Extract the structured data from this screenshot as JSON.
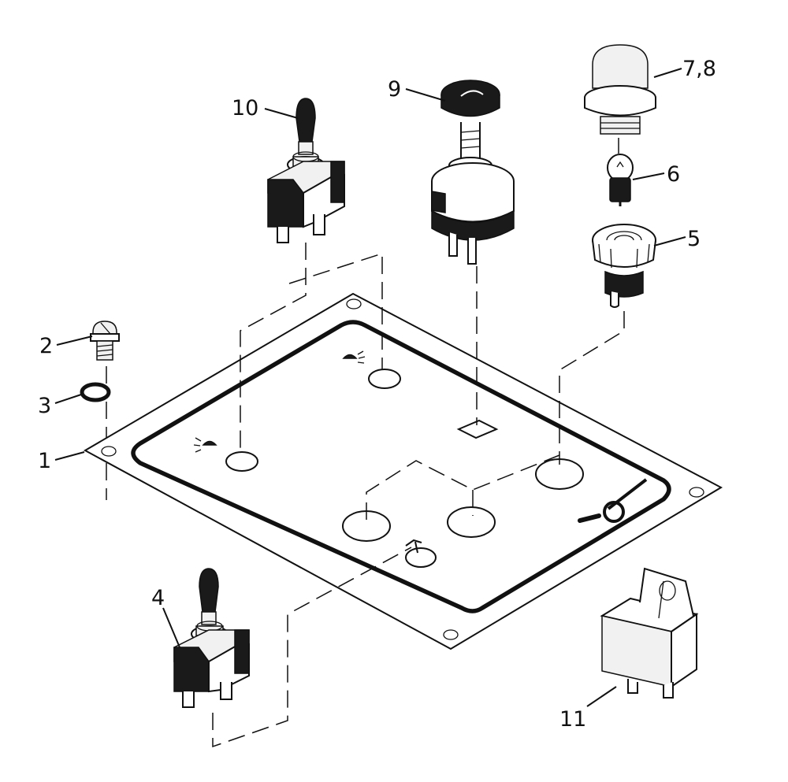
{
  "callouts": {
    "c1": "1",
    "c2": "2",
    "c3": "3",
    "c4": "4",
    "c5": "5",
    "c6": "6",
    "c7_8": "7,8",
    "c9": "9",
    "c10": "10",
    "c11": "11"
  },
  "colors": {
    "ink": "#111111",
    "paper": "#ffffff"
  }
}
